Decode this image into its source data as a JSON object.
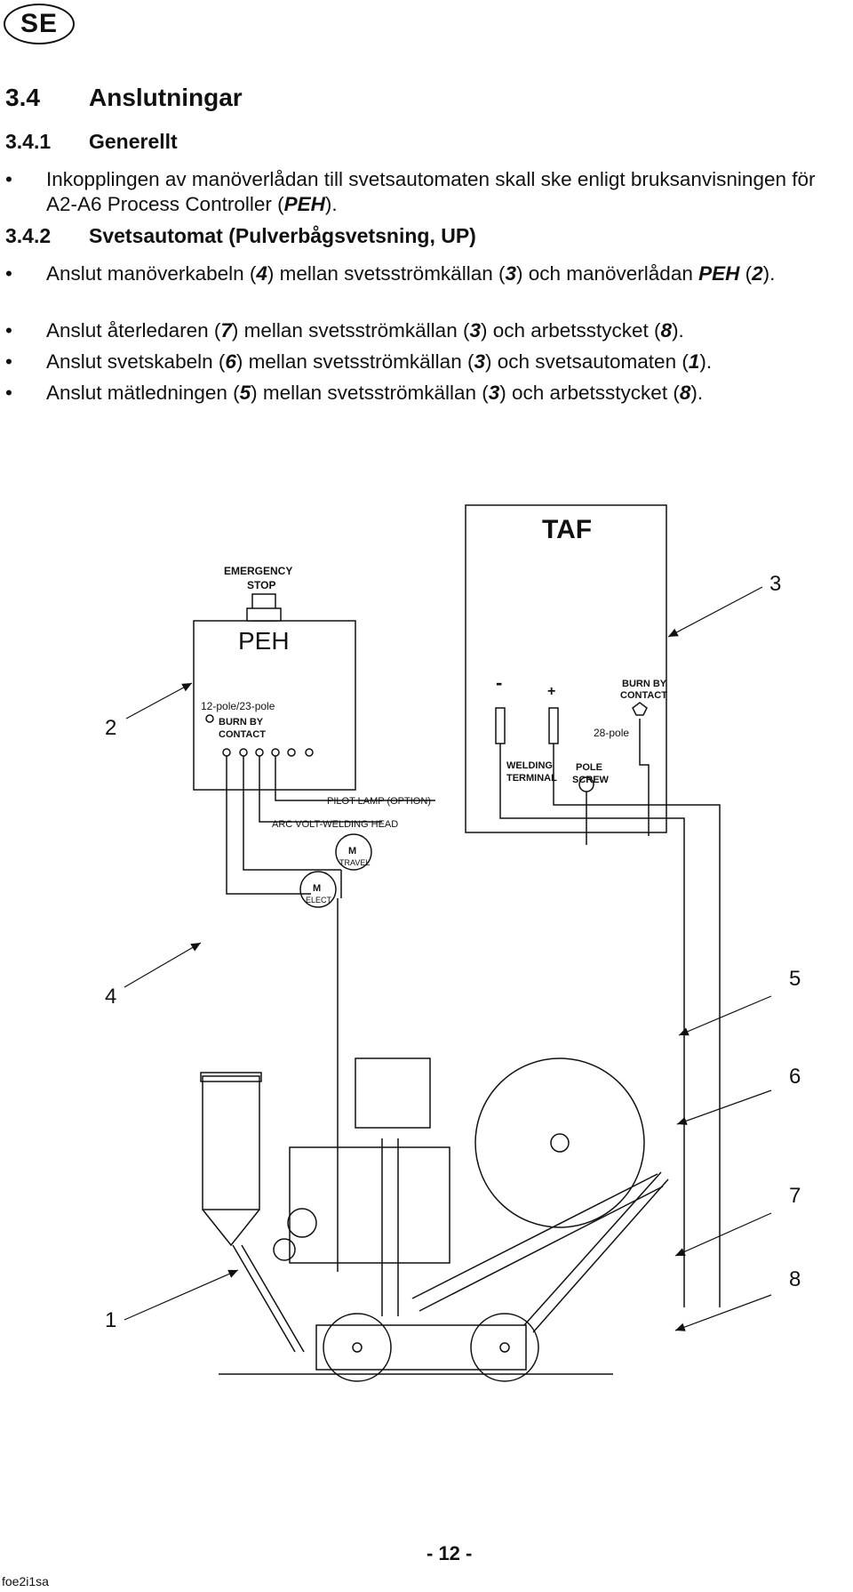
{
  "badge": "SE",
  "section": {
    "num": "3.4",
    "title": "Anslutningar"
  },
  "sub1": {
    "num": "3.4.1",
    "title": "Generellt"
  },
  "sub1_bullets": [
    {
      "dot": "•",
      "parts": [
        "Inkopplingen av manöverlådan till svetsautomaten skall ske enligt bruksanvisningen för A2-A6 Process Controller (",
        "PEH",
        ")."
      ]
    }
  ],
  "sub2": {
    "num": "3.4.2",
    "title": "Svetsautomat (Pulverbågsvetsning, UP)"
  },
  "sub2_bullets": [
    {
      "dot": "•",
      "parts": [
        "Anslut manöverkabeln (",
        "4",
        ") mellan svetsströmkällan (",
        "3",
        ") och manöverlådan ",
        "PEH",
        " (",
        "2",
        ")."
      ]
    },
    {
      "dot": "•",
      "parts": [
        "Anslut återledaren (",
        "7",
        ") mellan svetsströmkällan (",
        "3",
        ") och arbetsstycket (",
        "8",
        ")."
      ]
    },
    {
      "dot": "•",
      "parts": [
        "Anslut svetskabeln (",
        "6",
        ") mellan svetsströmkällan (",
        "3",
        ") och svetsautomaten (",
        "1",
        ")."
      ]
    },
    {
      "dot": "•",
      "parts": [
        "Anslut mätledningen (",
        "5",
        ") mellan svetsströmkällan (",
        "3",
        ") och arbetsstycket (",
        "8",
        ")."
      ]
    }
  ],
  "diagram": {
    "taf": "TAF",
    "emergency1": "EMERGENCY",
    "emergency2": "STOP",
    "peh": "PEH",
    "pole_12_23": "12-pole/23-pole",
    "burnby_left1": "BURN BY",
    "burnby_left2": "CONTACT",
    "minus": "-",
    "plus": "+",
    "burnby_right1": "BURN BY",
    "burnby_right2": "CONTACT",
    "pole_28": "28-pole",
    "welding1": "WELDING",
    "welding2": "TERMINAL",
    "pole_screw1": "POLE",
    "pole_screw2": "SCREW",
    "pilot_lamp": "PILOT LAMP (OPTION)",
    "arc_volt": "ARC VOLT-WELDING  HEAD",
    "m_travel1": "M",
    "m_travel2": "TRAVEL",
    "m_elect1": "M",
    "m_elect2": "ELECT",
    "callout_1": "1",
    "callout_2": "2",
    "callout_3": "3",
    "callout_4": "4",
    "callout_5": "5",
    "callout_6": "6",
    "callout_7": "7",
    "callout_8": "8"
  },
  "page_number": "- 12 -",
  "doc_code": "foe2i1sa"
}
